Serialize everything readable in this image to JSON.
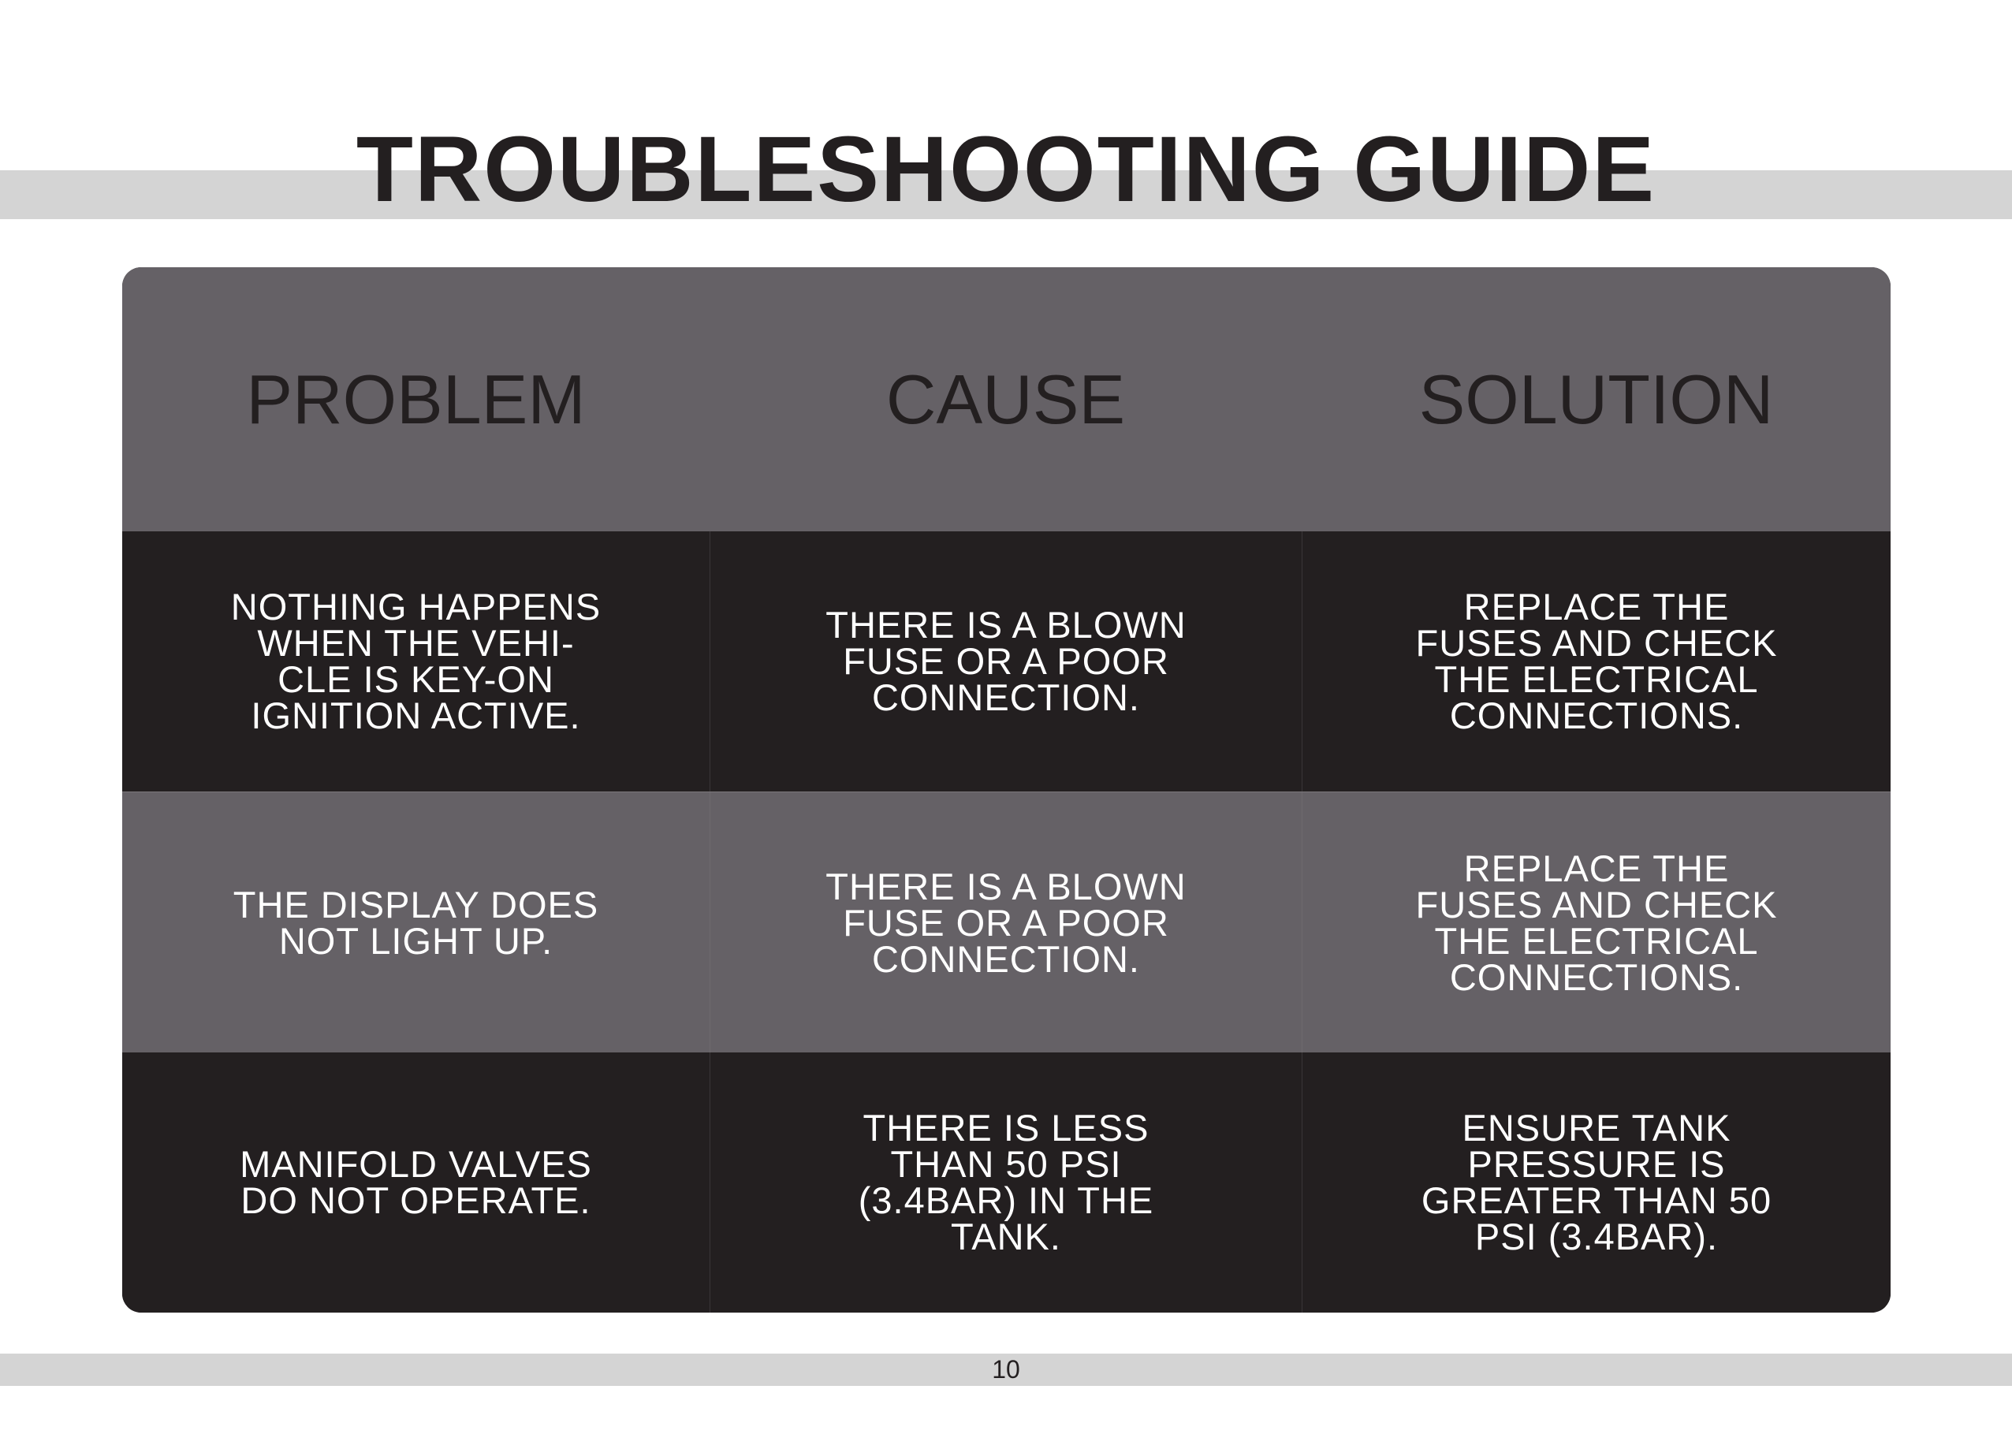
{
  "title": "TROUBLESHOOTING GUIDE",
  "table": {
    "headers": [
      "PROBLEM",
      "CAUSE",
      "SOLUTION"
    ],
    "rows": [
      [
        "NOTHING HAPPENS\nWHEN THE VEHI-\nCLE IS KEY-ON\nIGNITION ACTIVE.",
        "THERE IS A BLOWN\nFUSE OR A POOR\nCONNECTION.",
        "REPLACE THE\nFUSES AND CHECK\nTHE ELECTRICAL\nCONNECTIONS."
      ],
      [
        "THE DISPLAY DOES\nNOT LIGHT UP.",
        "THERE IS A BLOWN\nFUSE OR A POOR\nCONNECTION.",
        "REPLACE THE\nFUSES AND CHECK\nTHE ELECTRICAL\nCONNECTIONS."
      ],
      [
        "MANIFOLD VALVES\nDO NOT OPERATE.",
        "THERE IS LESS\nTHAN 50 PSI\n(3.4BAR) IN THE\nTANK.",
        "ENSURE TANK\nPRESSURE IS\nGREATER THAN 50\nPSI (3.4BAR)."
      ]
    ]
  },
  "page_number": "10",
  "colors": {
    "dark": "#231f20",
    "mid_gray": "#656166",
    "band_gray": "#d4d4d4"
  }
}
